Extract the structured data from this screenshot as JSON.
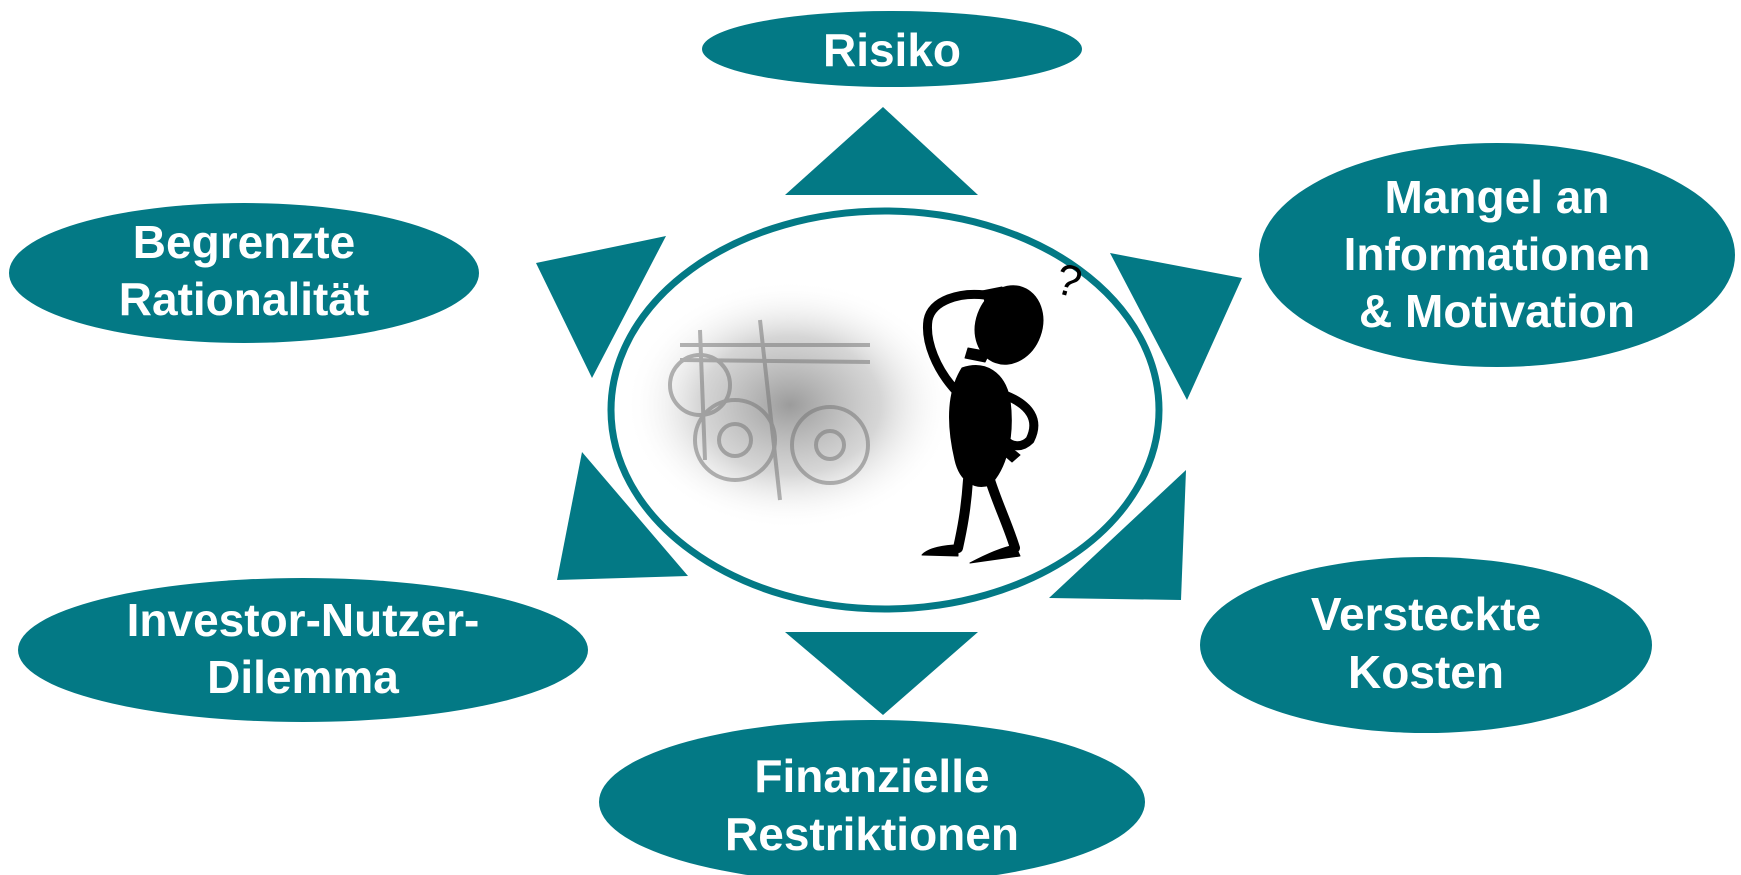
{
  "colors": {
    "accent": "#037985",
    "node_text": "#ffffff",
    "background": "#ffffff"
  },
  "center_illustration": {
    "icon": "confused-person-icon",
    "question_mark": "?",
    "background": "faded-machinery-photo"
  },
  "nodes": {
    "risiko": {
      "lines": [
        "Risiko"
      ]
    },
    "mangel": {
      "lines": [
        "Mangel an",
        "Informationen",
        "& Motivation"
      ]
    },
    "versteckte": {
      "lines": [
        "Versteckte",
        "Kosten"
      ]
    },
    "finanzielle": {
      "lines": [
        "Finanzielle",
        "Restriktionen"
      ]
    },
    "investor": {
      "lines": [
        "Investor-Nutzer-",
        "Dilemma"
      ]
    },
    "begrenzte": {
      "lines": [
        "Begrenzte",
        "Rationalität"
      ]
    }
  }
}
